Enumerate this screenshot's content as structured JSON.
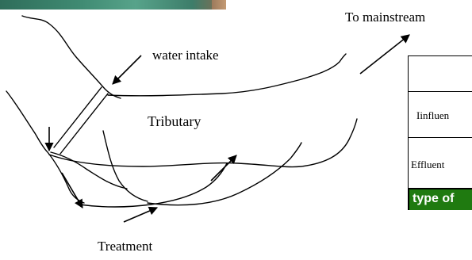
{
  "labels": {
    "to_mainstream": "To mainstream",
    "water_intake": "water intake",
    "tributary": "Tributary",
    "treatment": "Treatment"
  },
  "table": {
    "rows": [
      "",
      "Iinfluen",
      "Effluent",
      "type of"
    ],
    "header_color": "#1f7a10"
  },
  "colors": {
    "photo_strip": "#3f8a72"
  }
}
